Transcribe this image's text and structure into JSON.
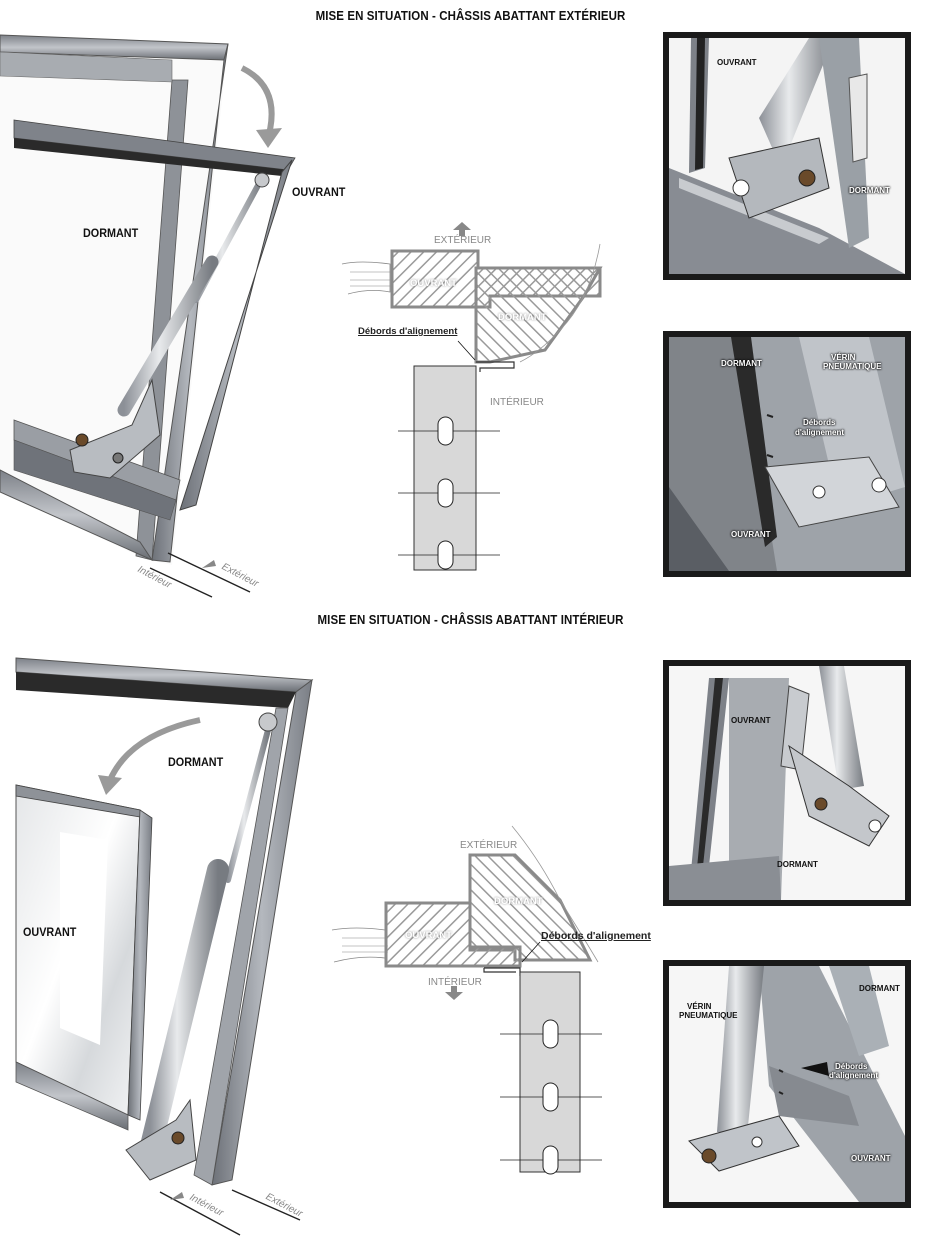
{
  "section1": {
    "title": "MISE EN SITUATION - CHÂSSIS ABATTANT EXTÉRIEUR",
    "illustration": {
      "dormant": "DORMANT",
      "ouvrant": "OUVRANT",
      "interieur": "Intérieur",
      "exterieur": "Extérieur"
    },
    "section_diagram": {
      "exterieur": "EXTÉRIEUR",
      "ouvrant": "OUVRANT",
      "dormant": "DORMANT",
      "debords": "Débords d'alignement",
      "interieur": "INTÉRIEUR"
    },
    "photo1": {
      "ouvrant": "OUVRANT",
      "dormant": "DORMANT"
    },
    "photo2": {
      "dormant": "DORMANT",
      "verin_1": "VÉRIN",
      "verin_2": "PNEUMATIQUE",
      "debords_1": "Débords",
      "debords_2": "d'alignement",
      "ouvrant": "OUVRANT"
    }
  },
  "section2": {
    "title": "MISE EN SITUATION - CHÂSSIS ABATTANT INTÉRIEUR",
    "illustration": {
      "dormant": "DORMANT",
      "ouvrant": "OUVRANT",
      "interieur": "Intérieur",
      "exterieur": "Extérieur"
    },
    "section_diagram": {
      "exterieur": "EXTÉRIEUR",
      "dormant": "DORMANT",
      "ouvrant": "OUVRANT",
      "debords": "Débords d'alignement",
      "interieur": "INTÉRIEUR"
    },
    "photo3": {
      "ouvrant": "OUVRANT",
      "dormant": "DORMANT"
    },
    "photo4": {
      "verin_1": "VÉRIN",
      "verin_2": "PNEUMATIQUE",
      "dormant": "DORMANT",
      "debords_1": "Débords",
      "debords_2": "d'alignement",
      "ouvrant": "OUVRANT"
    }
  }
}
